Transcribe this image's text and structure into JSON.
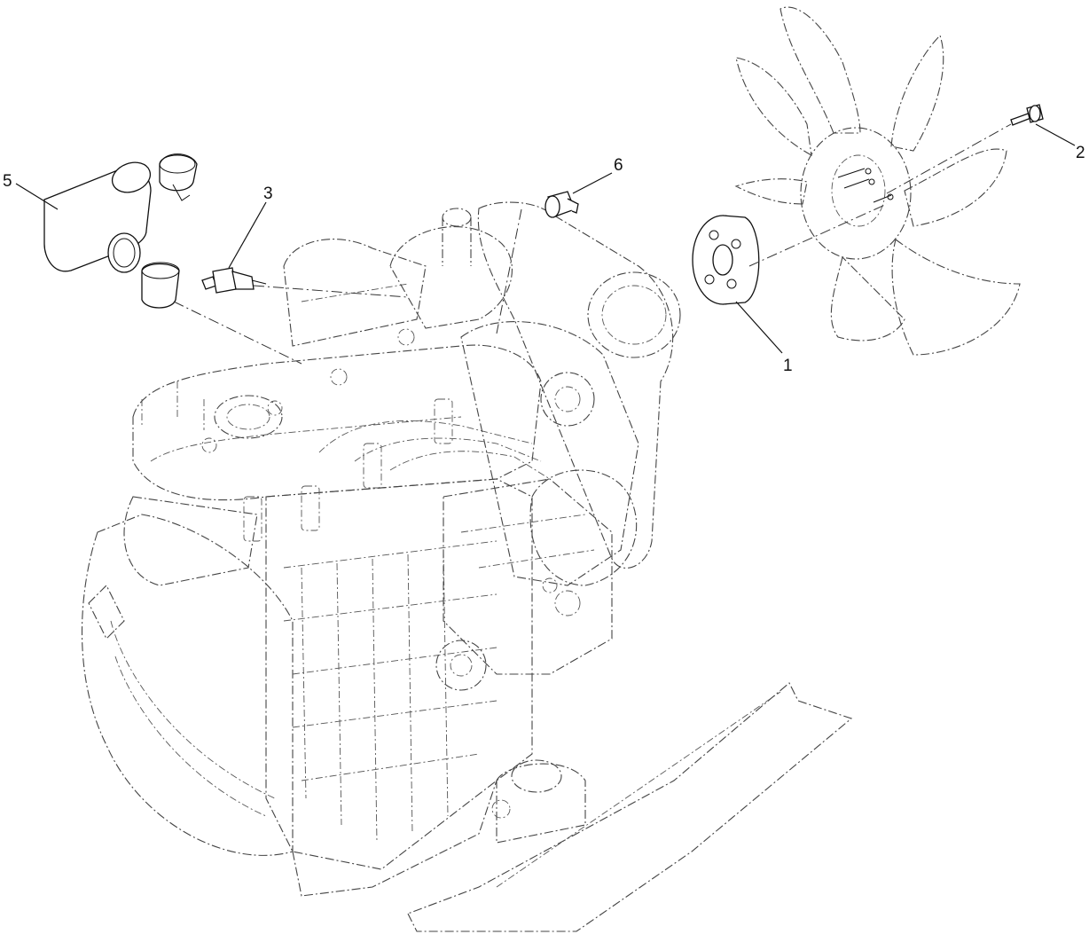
{
  "callouts": [
    {
      "id": "1",
      "label": "1"
    },
    {
      "id": "2",
      "label": "2"
    },
    {
      "id": "3",
      "label": "3"
    },
    {
      "id": "5",
      "label": "5"
    },
    {
      "id": "6",
      "label": "6"
    }
  ],
  "colors": {
    "line": "#111111",
    "background": "#ffffff"
  }
}
